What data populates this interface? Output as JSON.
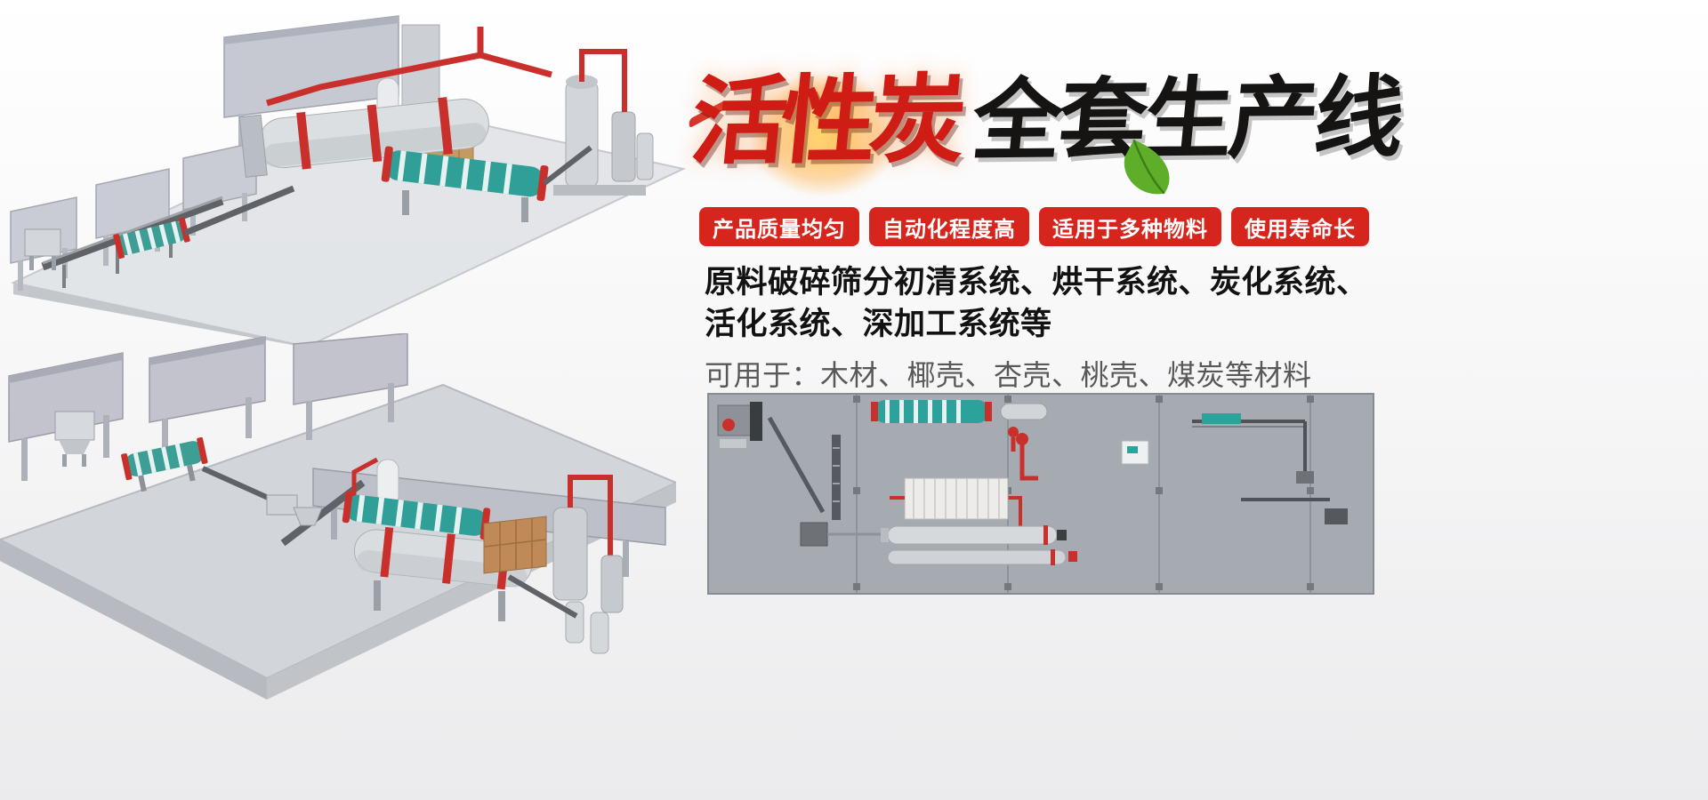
{
  "title": {
    "red": "活性炭",
    "black": "全套生产线"
  },
  "badges": [
    {
      "label": "产品质量均匀"
    },
    {
      "label": "自动化程度高"
    },
    {
      "label": "适用于多种物料"
    },
    {
      "label": "使用寿命长"
    }
  ],
  "description": {
    "line1": "原料破碎筛分初清系统、烘干系统、炭化系统、",
    "line2": "活化系统、深加工系统等",
    "line3": "可用于：木材、椰壳、杏壳、桃壳、煤炭等材料"
  },
  "colors": {
    "badge_red": "#d5251c",
    "title_red": "#cf1d15",
    "title_black": "#161412",
    "leaf_green": "#5fae2a",
    "text_dark": "#121212",
    "text_gray": "#585858",
    "schematic_bg": "#a6abb1",
    "drum_teal": "#2f9f98",
    "pipe_red": "#c9302c"
  }
}
